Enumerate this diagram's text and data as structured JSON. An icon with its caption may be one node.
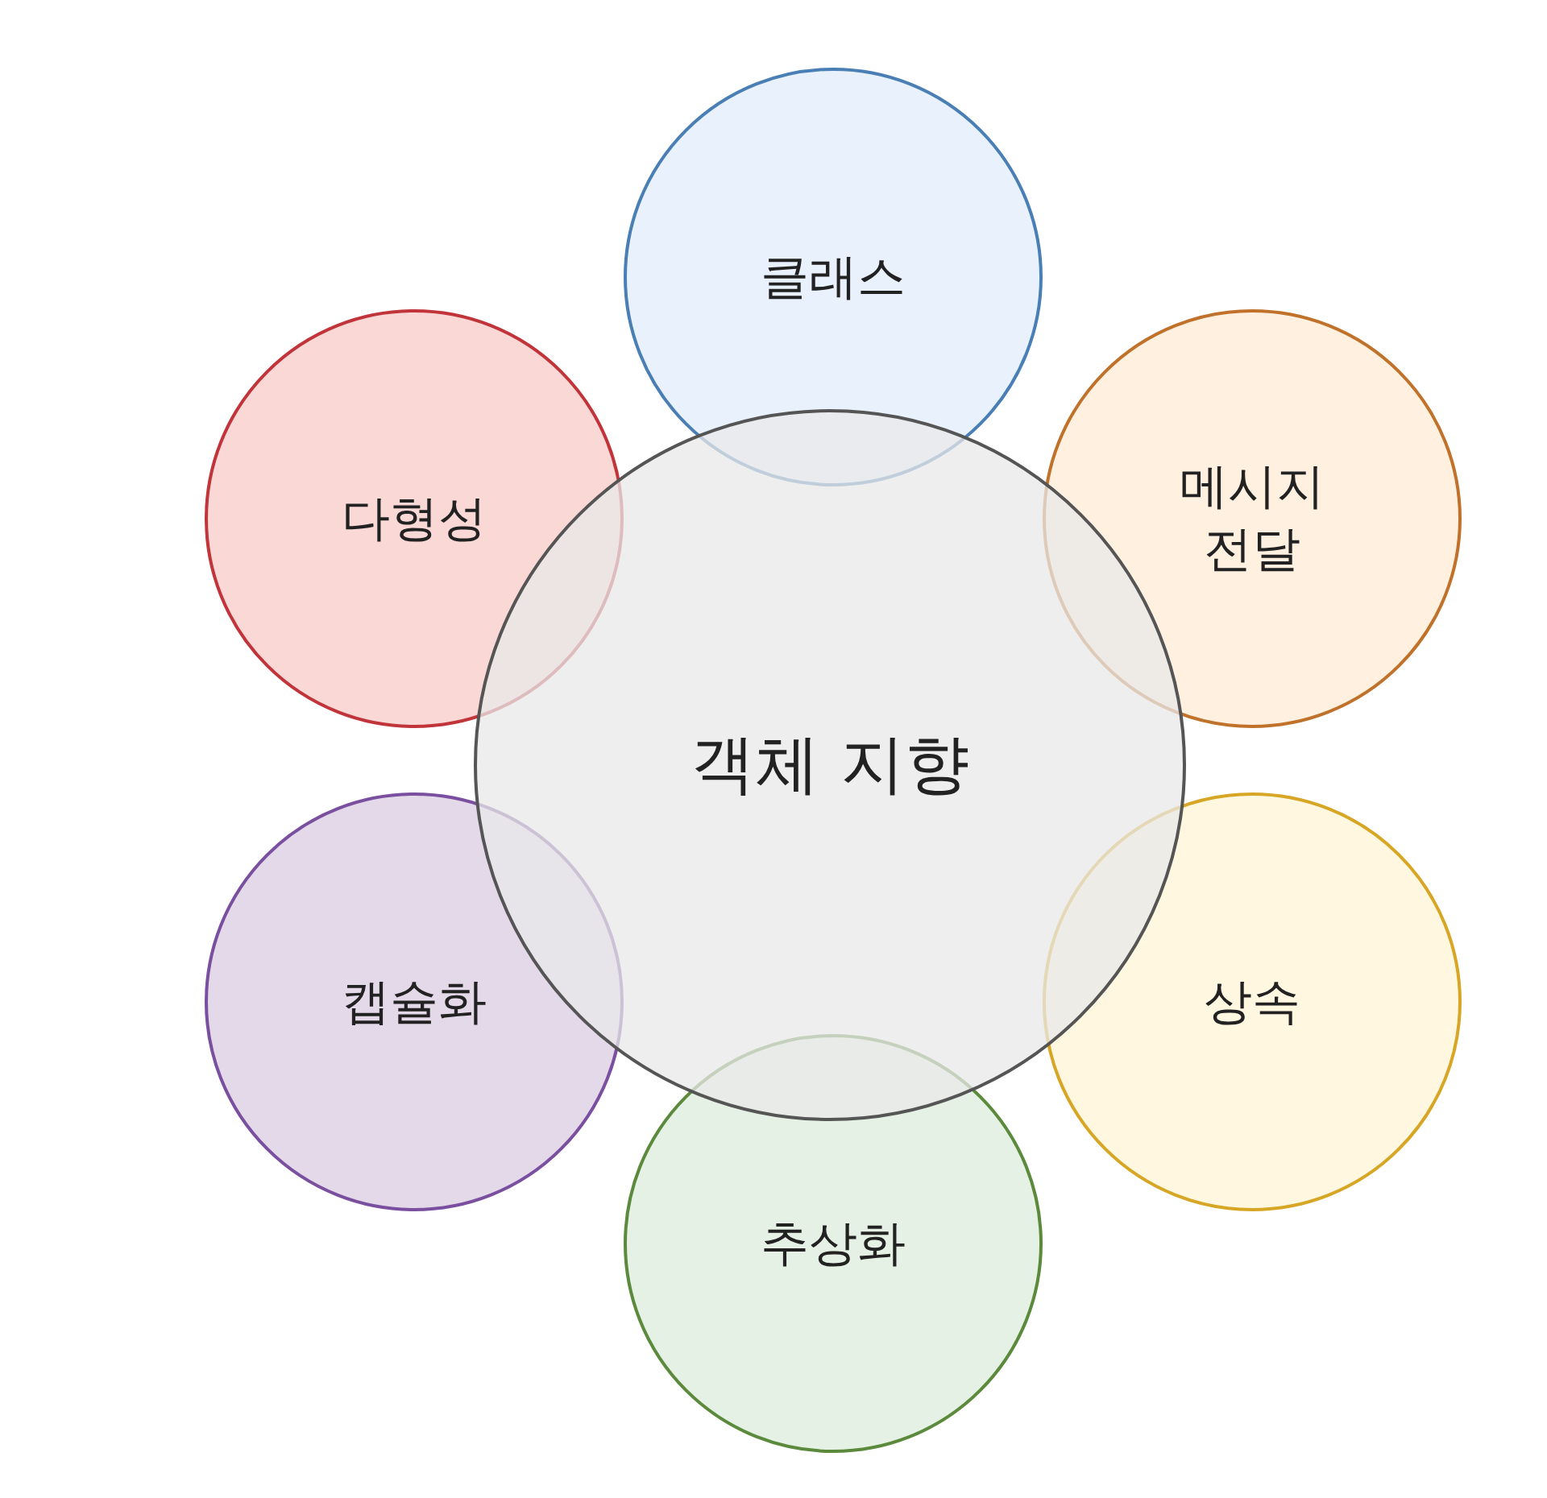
{
  "diagram": {
    "nodes": [
      {
        "text": [
          "객체 지향"
        ]
      },
      {
        "text": [
          "클래스"
        ]
      },
      {
        "text": [
          "메시지 전달"
        ]
      },
      {
        "text": [
          "상속"
        ]
      },
      {
        "text": [
          "추상화"
        ]
      },
      {
        "text": [
          "캡슐화"
        ]
      },
      {
        "text": [
          "다형성"
        ]
      }
    ],
    "edges": []
  }
}
